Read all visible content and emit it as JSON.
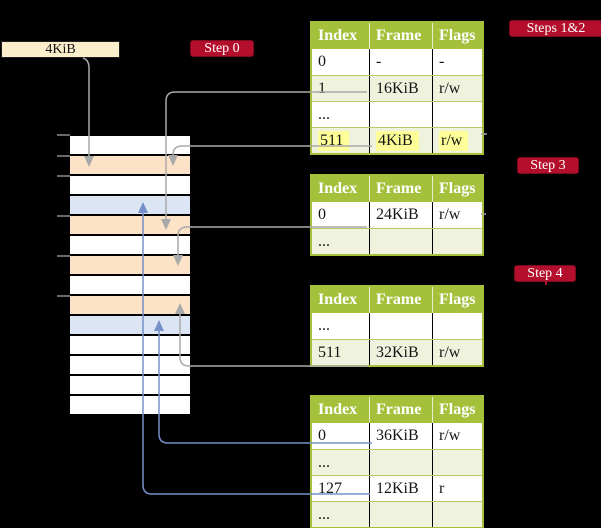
{
  "colors": {
    "background": "#000000",
    "table_header_bg": "#a5c13c",
    "table_row_green": "#eff3de",
    "highlight_yellow": "#ffff99",
    "step_label_bg": "#b30e2c",
    "frame_box_bg": "#fbeecb",
    "memory_orange": "#fce3c7",
    "memory_blue": "#dbe5f3",
    "arrow_gray": "#a9a9a9",
    "arrow_blue": "#7590c8"
  },
  "frame_label": {
    "text": "4KiB"
  },
  "step_labels": [
    {
      "id": "step0",
      "text": "Step 0"
    },
    {
      "id": "steps12",
      "text": "Steps 1&2"
    },
    {
      "id": "step3",
      "text": "Step 3"
    },
    {
      "id": "step4",
      "text": "Step 4"
    }
  ],
  "memory": {
    "rows": [
      "white",
      "orange",
      "white",
      "blue",
      "orange",
      "white",
      "orange",
      "white",
      "orange",
      "blue",
      "white",
      "white",
      "white",
      "white"
    ]
  },
  "tables": [
    {
      "id": "page-table-steps-1-2",
      "columns": [
        "Index",
        "Frame",
        "Flags"
      ],
      "rows": [
        {
          "cells": [
            "0",
            "-",
            "-"
          ],
          "shade": "white",
          "highlight": false
        },
        {
          "cells": [
            "1",
            "16KiB",
            "r/w"
          ],
          "shade": "green",
          "highlight": false
        },
        {
          "cells": [
            "...",
            "",
            ""
          ],
          "shade": "white",
          "highlight": false
        },
        {
          "cells": [
            "511",
            "4KiB",
            "r/w"
          ],
          "shade": "green",
          "highlight": true
        }
      ]
    },
    {
      "id": "page-table-step-3",
      "columns": [
        "Index",
        "Frame",
        "Flags"
      ],
      "rows": [
        {
          "cells": [
            "0",
            "24KiB",
            "r/w"
          ],
          "shade": "white",
          "highlight": false
        },
        {
          "cells": [
            "...",
            "",
            ""
          ],
          "shade": "green",
          "highlight": false
        }
      ]
    },
    {
      "id": "page-table-step-4",
      "columns": [
        "Index",
        "Frame",
        "Flags"
      ],
      "rows": [
        {
          "cells": [
            "...",
            "",
            ""
          ],
          "shade": "white",
          "highlight": false
        },
        {
          "cells": [
            "511",
            "32KiB",
            "r/w"
          ],
          "shade": "green",
          "highlight": false
        }
      ]
    },
    {
      "id": "page-table-final",
      "columns": [
        "Index",
        "Frame",
        "Flags"
      ],
      "rows": [
        {
          "cells": [
            "0",
            "36KiB",
            "r/w"
          ],
          "shade": "white",
          "highlight": false
        },
        {
          "cells": [
            "...",
            "",
            ""
          ],
          "shade": "green",
          "highlight": false
        },
        {
          "cells": [
            "127",
            "12KiB",
            "r"
          ],
          "shade": "white",
          "highlight": false
        },
        {
          "cells": [
            "...",
            "",
            ""
          ],
          "shade": "green",
          "highlight": false
        }
      ]
    }
  ]
}
